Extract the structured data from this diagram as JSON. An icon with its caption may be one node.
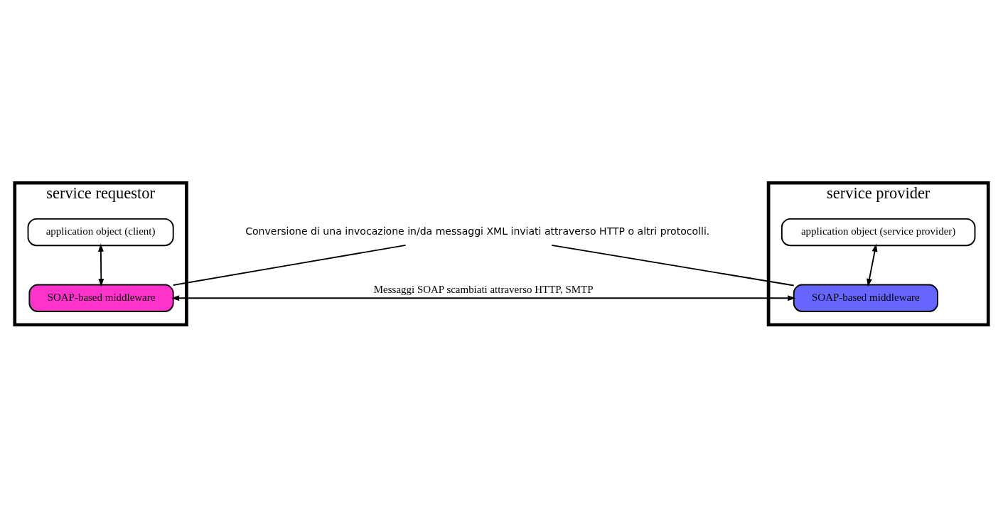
{
  "diagram": {
    "nodes": [
      {
        "text": [
          "service requestor"
        ]
      },
      {
        "text": [
          "application object (client)"
        ],
        "in": 0
      },
      {
        "text": [
          "SOAP-based middleware"
        ],
        "in": 0
      },
      {
        "text": [
          "service provider"
        ]
      },
      {
        "text": [
          "application object (service provider)"
        ],
        "in": 3
      },
      {
        "text": [
          "SOAP-based middleware"
        ],
        "in": 3
      },
      {
        "text": [
          "Conversione di una invocazione in/da messaggi XML inviati attraverso HTTP o altri protocolli."
        ]
      }
    ],
    "edges": [
      {
        "from": 1,
        "to": 2,
        "arrow": "both"
      },
      {
        "from": 2,
        "to": 5,
        "arrow": "both",
        "label": "Messaggi SOAP scambiati attraverso HTTP, SMTP"
      },
      {
        "from": 4,
        "to": 5,
        "arrow": "both"
      },
      {
        "from": 6,
        "to": 2,
        "arrow": "none"
      },
      {
        "from": 6,
        "to": 5,
        "arrow": "none"
      }
    ]
  }
}
